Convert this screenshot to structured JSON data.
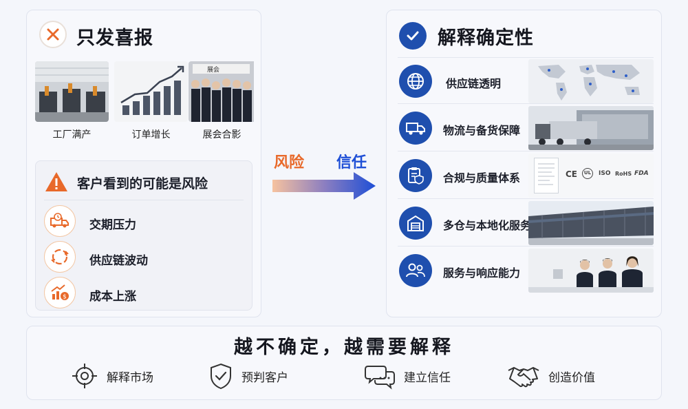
{
  "left": {
    "title": "只发喜报",
    "photos": [
      {
        "caption": "工厂满产",
        "icon": "factory-photo"
      },
      {
        "caption": "订单增长",
        "icon": "growth-chart-photo"
      },
      {
        "caption": "展会合影",
        "icon": "exhibition-group-photo",
        "banner_text": "展会"
      }
    ],
    "risk": {
      "title": "客户看到的可能是风险",
      "items": [
        {
          "label": "交期压力",
          "icon": "delivery-truck-clock-icon"
        },
        {
          "label": "供应链波动",
          "icon": "supply-cycle-icon"
        },
        {
          "label": "成本上涨",
          "icon": "cost-rise-icon"
        }
      ]
    }
  },
  "middle": {
    "from": "风险",
    "to": "信任"
  },
  "right": {
    "title": "解释确定性",
    "rows": [
      {
        "label": "供应链透明",
        "icon": "globe-icon",
        "image": "world-map"
      },
      {
        "label": "物流与备货保障",
        "icon": "truck-icon",
        "image": "warehouse-truck"
      },
      {
        "label": "合规与质量体系",
        "icon": "clipboard-shield-icon",
        "image": "certifications",
        "certs": [
          "CE",
          "UL",
          "ISO",
          "RoHS",
          "FDA"
        ]
      },
      {
        "label": "多仓与本地化服务",
        "icon": "warehouse-icon",
        "image": "warehouse-building"
      },
      {
        "label": "服务与响应能力",
        "icon": "support-team-icon",
        "image": "call-center"
      }
    ]
  },
  "bottom": {
    "slogan": "越不确定，越需要解释",
    "items": [
      {
        "label": "解释市场",
        "icon": "target-icon"
      },
      {
        "label": "预判客户",
        "icon": "shield-check-icon"
      },
      {
        "label": "建立信任",
        "icon": "chat-bubbles-icon"
      },
      {
        "label": "创造价值",
        "icon": "handshake-icon"
      }
    ]
  },
  "colors": {
    "accent_orange": "#e8692a",
    "accent_blue": "#1f4fae",
    "arrow_blue": "#1e4fd6"
  }
}
